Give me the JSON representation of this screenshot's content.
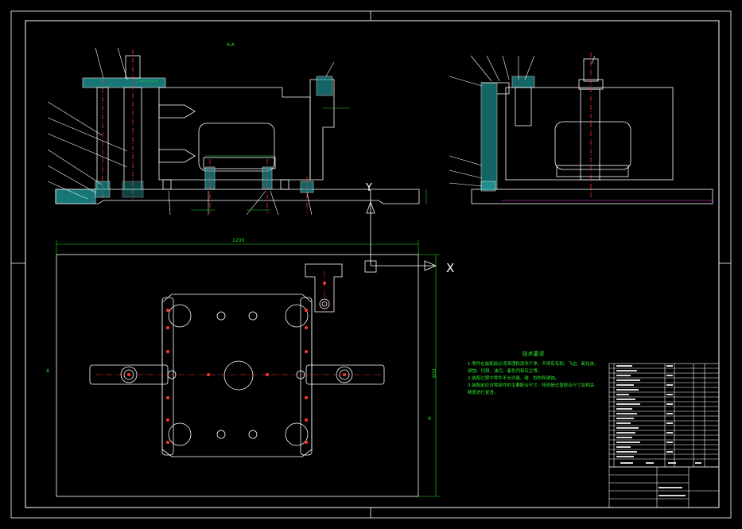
{
  "drawing": {
    "view_label_top": "A-A",
    "axis_x_label": "X",
    "axis_y_label": "Y",
    "dim_overall_width": "1200",
    "dim_overall_height": "800",
    "section_mark": "A",
    "tech_notes": {
      "title": "技术要求",
      "lines": [
        "1.零件在装配前必须清理和清洗干净，不得有毛刺、飞边、氧化皮、",
        "锈蚀、切屑、油污、着色剂和灰尘等。",
        "2.装配过程中零件不允许磕、碰、划伤和锈蚀。",
        "3.装配前应对零部件的主要配合尺寸，特别是过盈配合尺寸及相关",
        "精度进行复查。"
      ]
    }
  },
  "colors": {
    "background": "#000000",
    "outline": "#ffffff",
    "dimension": "#22dd22",
    "section_fill": "#22aaaa",
    "centerline": "#ff3333",
    "hidden": "#ff44ff",
    "note_text": "#2ee82e"
  }
}
